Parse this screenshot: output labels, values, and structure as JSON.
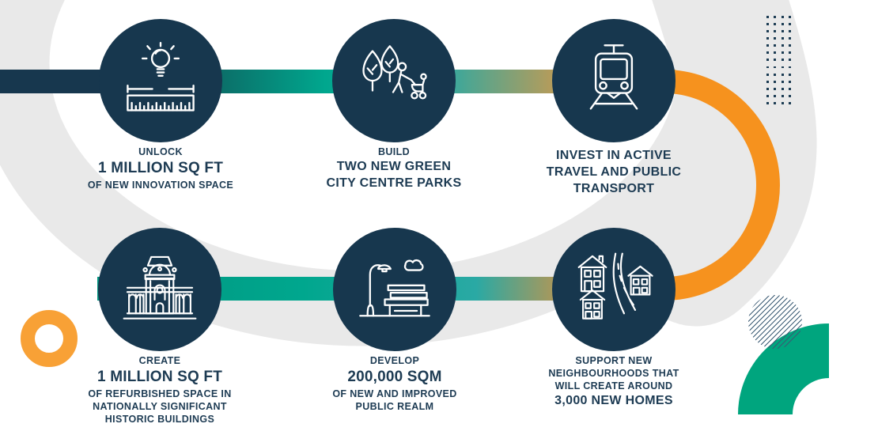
{
  "steps": [
    {
      "icon": "lightbulb-ruler-icon",
      "lines": [
        {
          "text": "UNLOCK"
        },
        {
          "text": "1 MILLION SQ FT"
        },
        {
          "text": "OF NEW INNOVATION SPACE"
        }
      ]
    },
    {
      "icon": "park-stroller-icon",
      "lines": [
        {
          "text": "BUILD"
        },
        {
          "text": "TWO NEW GREEN"
        },
        {
          "text": "CITY CENTRE PARKS"
        }
      ]
    },
    {
      "icon": "tram-icon",
      "lines": [
        {
          "text": "INVEST IN ACTIVE"
        },
        {
          "text": "TRAVEL AND PUBLIC"
        },
        {
          "text": "TRANSPORT"
        }
      ]
    },
    {
      "icon": "historic-building-icon",
      "lines": [
        {
          "text": "CREATE"
        },
        {
          "text": "1 MILLION SQ FT"
        },
        {
          "text": "OF REFURBISHED SPACE IN"
        },
        {
          "text": "NATIONALLY SIGNIFICANT"
        },
        {
          "text": "HISTORIC BUILDINGS"
        }
      ]
    },
    {
      "icon": "street-lamp-bench-icon",
      "lines": [
        {
          "text": "DEVELOP"
        },
        {
          "text": "200,000 SQM"
        },
        {
          "text": "OF NEW AND IMPROVED"
        },
        {
          "text": "PUBLIC REALM"
        }
      ]
    },
    {
      "icon": "houses-road-icon",
      "lines": [
        {
          "text": "SUPPORT NEW"
        },
        {
          "text": "NEIGHBOURHOODS THAT"
        },
        {
          "text": "WILL CREATE AROUND"
        },
        {
          "text": "3,000 NEW HOMES"
        }
      ]
    }
  ],
  "colors": {
    "navy": "#17374e",
    "teal": "#00a78e",
    "olive": "#b39c5c",
    "orange_arc": "#f6921e",
    "orange_ring": "#f8a136",
    "teal_quarter_ring": "#00a57e",
    "background_gray": "#e9e9e9",
    "text": "#1d3b53"
  },
  "decor": {
    "dot_grid": {
      "rows": 13,
      "cols": 4
    }
  }
}
